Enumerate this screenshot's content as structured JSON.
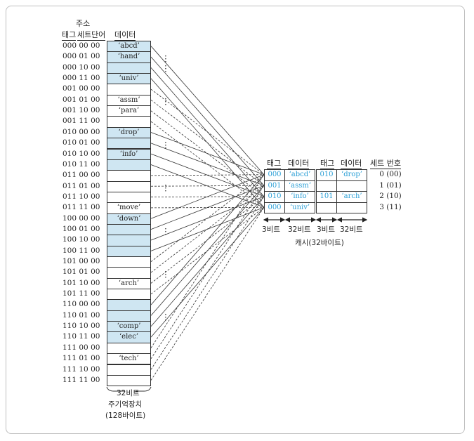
{
  "header": {
    "address": "주소",
    "tag": "태그",
    "set": "세트",
    "word": "단어",
    "data": "데이터"
  },
  "memory": [
    {
      "addr": "000 00 00",
      "data": "‘abcd’",
      "hl": true
    },
    {
      "addr": "000 01 00",
      "data": "‘hand’",
      "hl": true
    },
    {
      "addr": "000 10 00",
      "data": "",
      "hl": true
    },
    {
      "addr": "000 11 00",
      "data": "‘univ’",
      "hl": true
    },
    {
      "addr": "001 00 00",
      "data": "",
      "hl": false
    },
    {
      "addr": "001 01 00",
      "data": "‘assm’",
      "hl": false
    },
    {
      "addr": "001 10 00",
      "data": "‘para’",
      "hl": false
    },
    {
      "addr": "001 11 00",
      "data": "",
      "hl": false
    },
    {
      "addr": "010 00 00",
      "data": "‘drop’",
      "hl": true
    },
    {
      "addr": "010 01 00",
      "data": "",
      "hl": true
    },
    {
      "addr": "010 10 00",
      "data": "‘info’",
      "hl": true
    },
    {
      "addr": "010 11 00",
      "data": "",
      "hl": true
    },
    {
      "addr": "011 00 00",
      "data": "",
      "hl": false
    },
    {
      "addr": "011 01 00",
      "data": "",
      "hl": false
    },
    {
      "addr": "011 10 00",
      "data": "",
      "hl": false
    },
    {
      "addr": "011 11 00",
      "data": "‘move’",
      "hl": false
    },
    {
      "addr": "100 00 00",
      "data": "‘down’",
      "hl": true
    },
    {
      "addr": "100 01 00",
      "data": "",
      "hl": true
    },
    {
      "addr": "100 10 00",
      "data": "",
      "hl": true
    },
    {
      "addr": "100 11 00",
      "data": "",
      "hl": true
    },
    {
      "addr": "101 00 00",
      "data": "",
      "hl": false
    },
    {
      "addr": "101 01 00",
      "data": "",
      "hl": false
    },
    {
      "addr": "101 10 00",
      "data": "‘arch’",
      "hl": false
    },
    {
      "addr": "101 11 00",
      "data": "",
      "hl": false
    },
    {
      "addr": "110 00 00",
      "data": "",
      "hl": true
    },
    {
      "addr": "110 01 00",
      "data": "",
      "hl": true
    },
    {
      "addr": "110 10 00",
      "data": "‘comp’",
      "hl": true
    },
    {
      "addr": "110 11 00",
      "data": "‘elec’",
      "hl": true
    },
    {
      "addr": "111 00 00",
      "data": "",
      "hl": false
    },
    {
      "addr": "111 01 00",
      "data": "‘tech’",
      "hl": false
    },
    {
      "addr": "111 10 00",
      "data": "",
      "hl": false
    },
    {
      "addr": "111 11 00",
      "data": "",
      "hl": false
    }
  ],
  "memory_caption": {
    "width": "32비트",
    "name": "주기억장치",
    "size": "(128바이트)"
  },
  "cache": {
    "headers": {
      "tag1": "태그",
      "data1": "데이터",
      "tag2": "태그",
      "data2": "데이터",
      "set": "세트 번호"
    },
    "rows": [
      {
        "tag1": "000",
        "data1": "‘abcd’",
        "tag2": "010",
        "data2": "‘drop’",
        "set": "0 (00)"
      },
      {
        "tag1": "001",
        "data1": "‘assm’",
        "tag2": "",
        "data2": "",
        "set": "1 (01)"
      },
      {
        "tag1": "010",
        "data1": "‘info’",
        "tag2": "101",
        "data2": "‘arch’",
        "set": "2 (10)"
      },
      {
        "tag1": "000",
        "data1": "‘univ’",
        "tag2": "",
        "data2": "",
        "set": "3 (11)"
      }
    ],
    "widths": [
      "3비트",
      "32비트",
      "3비트",
      "32비트"
    ],
    "caption": "캐시(32바이트)"
  },
  "colors": {
    "highlight": "#cfe6f2",
    "cache_text": "#2a9fd6"
  }
}
